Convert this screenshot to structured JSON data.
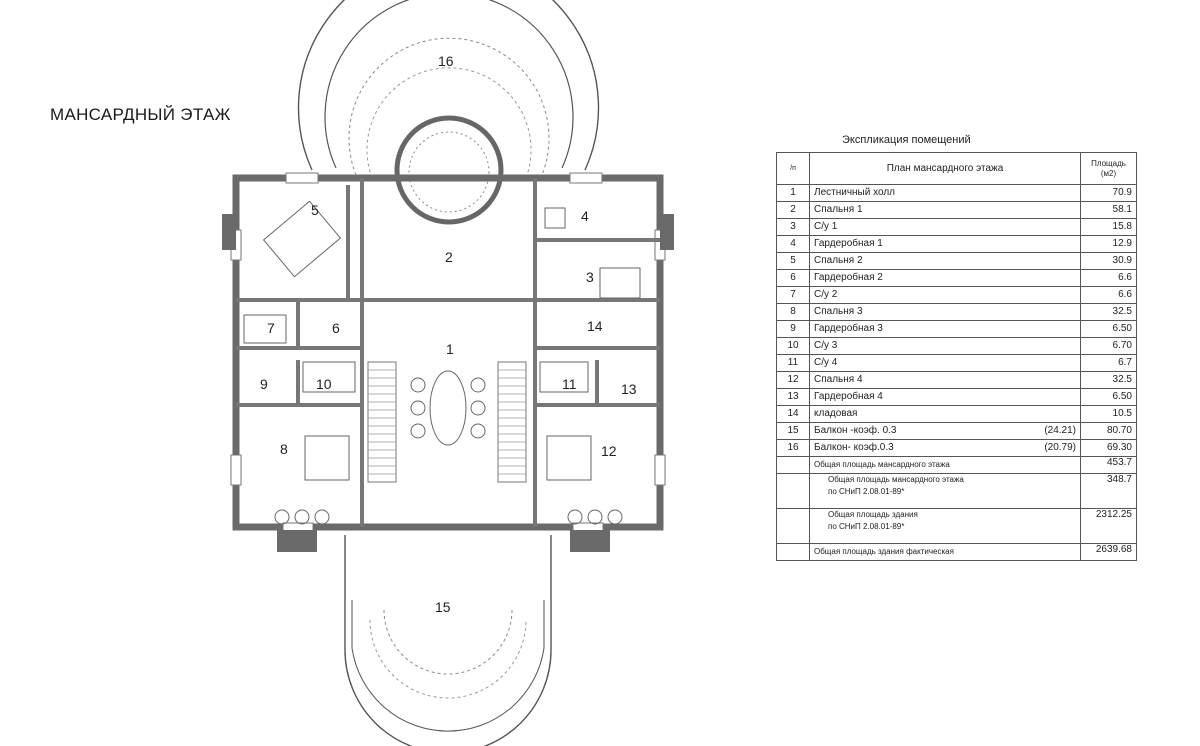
{
  "plan": {
    "title": "МАНСАРДНЫЙ ЭТАЖ",
    "room_labels": [
      "1",
      "2",
      "3",
      "4",
      "5",
      "6",
      "7",
      "8",
      "9",
      "10",
      "11",
      "12",
      "13",
      "14",
      "15",
      "16"
    ]
  },
  "explication": {
    "title": "Экспликация помещений",
    "header": {
      "num": "/п",
      "name": "План мансардного этажа",
      "area_line1": "Площадь",
      "area_line2": "(м2)"
    },
    "rows": [
      {
        "num": "1",
        "name": "Лестничный холл",
        "coef": "",
        "area": "70.9"
      },
      {
        "num": "2",
        "name": "Спальня 1",
        "coef": "",
        "area": "58.1"
      },
      {
        "num": "3",
        "name": "С/у 1",
        "coef": "",
        "area": "15.8"
      },
      {
        "num": "4",
        "name": "Гардеробная 1",
        "coef": "",
        "area": "12.9"
      },
      {
        "num": "5",
        "name": "Спальня 2",
        "coef": "",
        "area": "30.9"
      },
      {
        "num": "6",
        "name": "Гардеробная 2",
        "coef": "",
        "area": "6.6"
      },
      {
        "num": "7",
        "name": "С/у 2",
        "coef": "",
        "area": "6.6"
      },
      {
        "num": "8",
        "name": "Спальня 3",
        "coef": "",
        "area": "32.5"
      },
      {
        "num": "9",
        "name": "Гардеробная 3",
        "coef": "",
        "area": "6.50"
      },
      {
        "num": "10",
        "name": "С/у 3",
        "coef": "",
        "area": "6.70"
      },
      {
        "num": "11",
        "name": "С/у 4",
        "coef": "",
        "area": "6.7"
      },
      {
        "num": "12",
        "name": "Спальня 4",
        "coef": "",
        "area": "32.5"
      },
      {
        "num": "13",
        "name": "Гардеробная 4",
        "coef": "",
        "area": "6.50"
      },
      {
        "num": "14",
        "name": "кладовая",
        "coef": "",
        "area": "10.5"
      },
      {
        "num": "15",
        "name": "Балкон -коэф. 0.3",
        "coef": "(24.21)",
        "area": "80.70"
      },
      {
        "num": "16",
        "name": "Балкон- коэф.0.3",
        "coef": "(20.79)",
        "area": "69.30"
      }
    ],
    "totals": {
      "attic_total_label": "Общая площадь мансардного этажа",
      "attic_total_value": "453.7",
      "attic_snip_label_1": "Общая площадь мансардного этажа",
      "attic_snip_label_2": "по СНиП 2.08.01-89*",
      "attic_snip_value": "348.7",
      "building_snip_label_1": "Общая площадь здания",
      "building_snip_label_2": "по СНиП 2.08.01-89*",
      "building_snip_value": "2312.25",
      "building_actual_label": "Общая площадь здания фактическая",
      "building_actual_value": "2639.68"
    }
  }
}
